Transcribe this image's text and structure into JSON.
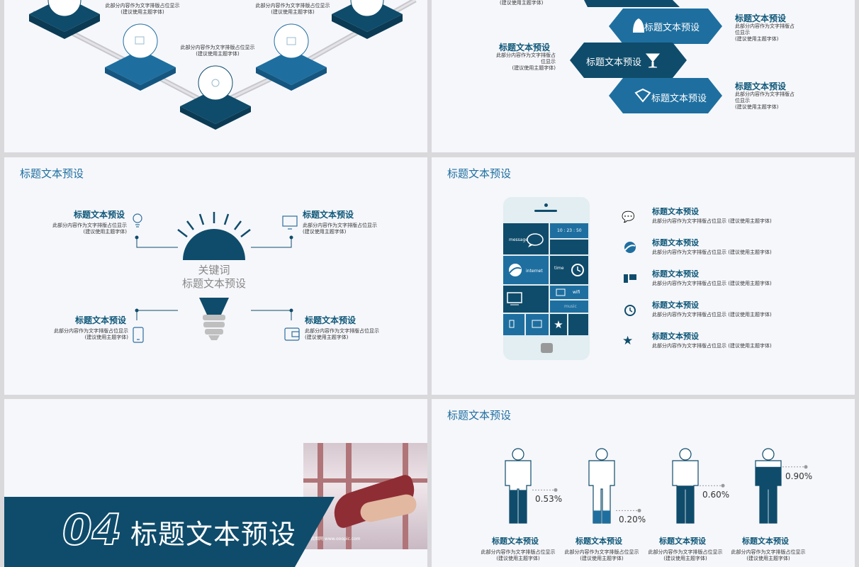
{
  "colors": {
    "navy": "#0f4c6b",
    "blue": "#1e6fa0",
    "mid": "#2d6f9d",
    "grey": "#bfbfbf",
    "bg": "#f6f7fb"
  },
  "slide1": {
    "items": [
      {
        "desc1": "此部分内容作为文字排版占位显示",
        "desc2": "(建议使用主题字体)"
      },
      {
        "desc1": "此部分内容作为文字排版占位显示",
        "desc2": "(建议使用主题字体)"
      },
      {
        "desc1": "此部分内容作为文字排版占位显示",
        "desc2": "(建议使用主题字体)"
      }
    ]
  },
  "slide2": {
    "top_desc": "(建议使用主题字体)",
    "left_title": "标题文本预设",
    "left_desc1": "此部分内容作为文字排版占",
    "left_desc2": "位显示",
    "left_desc3": "(建议使用主题字体)",
    "r1_title": "标题文本预设",
    "r1_desc1": "此部分内容作为文字排版占",
    "r1_desc2": "位显示",
    "r1_desc3": "(建议使用主题字体)",
    "r2_title": "标题文本预设",
    "r2_desc1": "此部分内容作为文字排版占",
    "r2_desc2": "位显示",
    "r2_desc3": "(建议使用主题字体)",
    "shape1": "标题文本预设",
    "shape2": "标题文本预设",
    "shape3": "标题文本预设"
  },
  "slide3": {
    "title": "标题文本预设",
    "keyword": "关键词",
    "keyword_sub": "标题文本预设",
    "items": [
      {
        "title": "标题文本预设",
        "desc1": "此部分内容作为文字排版占位显示",
        "desc2": "(建议使用主题字体)",
        "icon": "bulb-icon"
      },
      {
        "title": "标题文本预设",
        "desc1": "此部分内容作为文字排版占位显示",
        "desc2": "(建议使用主题字体)",
        "icon": "monitor-icon"
      },
      {
        "title": "标题文本预设",
        "desc1": "此部分内容作为文字排版占位显示",
        "desc2": "(建议使用主题字体)",
        "icon": "phone-icon"
      },
      {
        "title": "标题文本预设",
        "desc1": "此部分内容作为文字排版占位显示",
        "desc2": "(建议使用主题字体)",
        "icon": "wallet-icon"
      }
    ]
  },
  "slide4": {
    "title": "标题文本预设",
    "tiles": {
      "message": "message",
      "clock": "10 : 23 : 50",
      "internet": "internet",
      "time": "time",
      "wifi": "wifi",
      "music": "music"
    },
    "items": [
      {
        "title": "标题文本预设",
        "desc": "此部分内容作为文字排版占位显示  (建议使用主题字体)",
        "icon": "chat-icon"
      },
      {
        "title": "标题文本预设",
        "desc": "此部分内容作为文字排版占位显示  (建议使用主题字体)",
        "icon": "globe-icon"
      },
      {
        "title": "标题文本预设",
        "desc": "此部分内容作为文字排版占位显示  (建议使用主题字体)",
        "icon": "device-icon"
      },
      {
        "title": "标题文本预设",
        "desc": "此部分内容作为文字排版占位显示  (建议使用主题字体)",
        "icon": "clock-icon"
      },
      {
        "title": "标题文本预设",
        "desc": "此部分内容作为文字排版占位显示  (建议使用主题字体)",
        "icon": "star-icon"
      }
    ]
  },
  "slide5": {
    "number": "04",
    "title": "标题文本预设",
    "watermark": "我图网 www.ooopic.com"
  },
  "slide6": {
    "title": "标题文本预设",
    "people": [
      {
        "pct": "0.53%",
        "fill": 0.53,
        "title": "标题文本预设",
        "desc1": "此部分内容作为文字排版占位显示",
        "desc2": "(建议使用主题字体)"
      },
      {
        "pct": "0.20%",
        "fill": 0.2,
        "title": "标题文本预设",
        "desc1": "此部分内容作为文字排版占位显示",
        "desc2": "(建议使用主题字体)"
      },
      {
        "pct": "0.60%",
        "fill": 0.6,
        "title": "标题文本预设",
        "desc1": "此部分内容作为文字排版占位显示",
        "desc2": "(建议使用主题字体)"
      },
      {
        "pct": "0.90%",
        "fill": 0.9,
        "title": "标题文本预设",
        "desc1": "此部分内容作为文字排版占位显示",
        "desc2": "(建议使用主题字体)"
      }
    ]
  }
}
